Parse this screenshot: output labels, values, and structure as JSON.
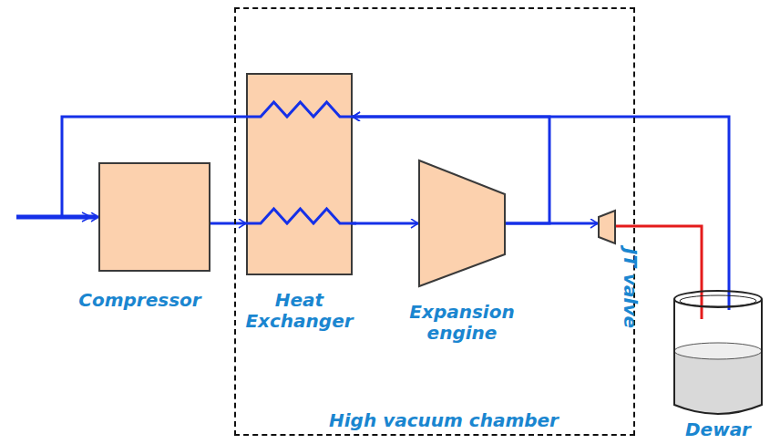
{
  "diagram": {
    "nodes": [
      {
        "text": [
          "High vacuum chamber"
        ]
      },
      {
        "text": [
          "Compressor"
        ]
      },
      {
        "text": [
          "Heat Exchanger"
        ],
        "in": 0
      },
      {
        "text": [
          "Expansion engine"
        ],
        "in": 0
      },
      {
        "text": [
          "JT valve"
        ],
        "in": 0
      },
      {
        "text": [
          "Dewar"
        ]
      }
    ],
    "edges": [
      {
        "from": 1,
        "to": 2,
        "arrow": "to"
      },
      {
        "from": 2,
        "to": 3,
        "arrow": "to"
      },
      {
        "from": 3,
        "to": 4,
        "arrow": "to"
      },
      {
        "from": 4,
        "to": 5,
        "arrow": "none"
      },
      {
        "from": 5,
        "to": 2,
        "arrow": "to"
      },
      {
        "from": 3,
        "to": 2,
        "arrow": "to"
      },
      {
        "from": 2,
        "to": 1,
        "arrow": "to"
      }
    ]
  }
}
